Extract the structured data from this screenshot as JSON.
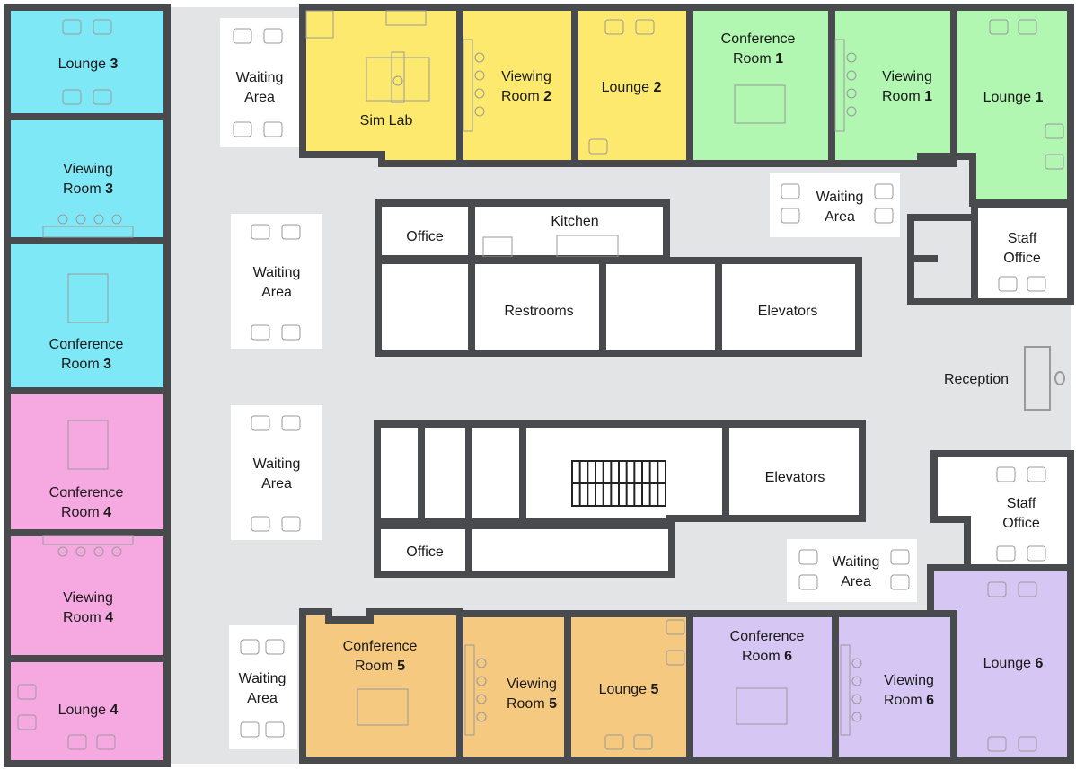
{
  "colors": {
    "wall": "#484a4d",
    "corridor": "#e3e4e6",
    "cyan": "#7fe8f7",
    "yellow": "#fde96d",
    "green": "#b1f6b1",
    "pink": "#f6a8e1",
    "orange": "#f6c981",
    "purple": "#d6c6f4",
    "white": "#ffffff"
  },
  "rooms": {
    "lounge3": {
      "l1": "Lounge",
      "num": "3"
    },
    "viewing3": {
      "l1": "Viewing",
      "l2": "Room",
      "num": "3"
    },
    "conf3": {
      "l1": "Conference",
      "l2": "Room",
      "num": "3"
    },
    "conf4": {
      "l1": "Conference",
      "l2": "Room",
      "num": "4"
    },
    "viewing4": {
      "l1": "Viewing",
      "l2": "Room",
      "num": "4"
    },
    "lounge4": {
      "l1": "Lounge",
      "num": "4"
    },
    "simlab": {
      "l1": "Sim Lab"
    },
    "viewing2": {
      "l1": "Viewing",
      "l2": "Room",
      "num": "2"
    },
    "lounge2": {
      "l1": "Lounge",
      "num": "2"
    },
    "conf1": {
      "l1": "Conference",
      "l2": "Room",
      "num": "1"
    },
    "viewing1": {
      "l1": "Viewing",
      "l2": "Room",
      "num": "1"
    },
    "lounge1": {
      "l1": "Lounge",
      "num": "1"
    },
    "staff1": {
      "l1": "Staff",
      "l2": "Office"
    },
    "staff2": {
      "l1": "Staff",
      "l2": "Office"
    },
    "reception": {
      "l1": "Reception"
    },
    "conf5": {
      "l1": "Conference",
      "l2": "Room",
      "num": "5"
    },
    "viewing5": {
      "l1": "Viewing",
      "l2": "Room",
      "num": "5"
    },
    "lounge5": {
      "l1": "Lounge",
      "num": "5"
    },
    "conf6": {
      "l1": "Conference",
      "l2": "Room",
      "num": "6"
    },
    "viewing6": {
      "l1": "Viewing",
      "l2": "Room",
      "num": "6"
    },
    "lounge6": {
      "l1": "Lounge",
      "num": "6"
    },
    "office1": {
      "l1": "Office"
    },
    "kitchen": {
      "l1": "Kitchen"
    },
    "restrooms": {
      "l1": "Restrooms"
    },
    "elevators1": {
      "l1": "Elevators"
    },
    "elevators2": {
      "l1": "Elevators"
    },
    "office2": {
      "l1": "Office"
    }
  },
  "waiting": {
    "l1": "Waiting",
    "l2": "Area"
  }
}
